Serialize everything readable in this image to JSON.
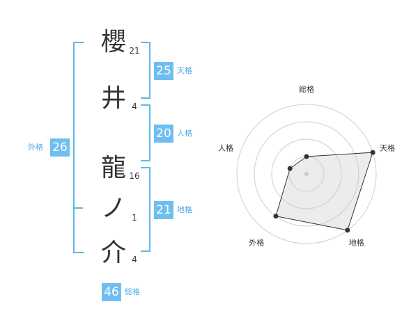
{
  "name_chars": [
    {
      "char": "櫻",
      "strokes": "21"
    },
    {
      "char": "井",
      "strokes": "4"
    },
    {
      "char": "龍",
      "strokes": "16"
    },
    {
      "char": "ノ",
      "strokes": "1"
    },
    {
      "char": "介",
      "strokes": "4"
    }
  ],
  "fortunes": {
    "tenkaku": {
      "value": "25",
      "label": "天格"
    },
    "jinkaku": {
      "value": "20",
      "label": "人格"
    },
    "chikaku": {
      "value": "21",
      "label": "地格"
    },
    "gaikaku": {
      "value": "26",
      "label": "外格"
    },
    "soukaku": {
      "value": "46",
      "label": "総格"
    }
  },
  "colors": {
    "accent": "#6fbef0",
    "bracket": "#5eb8ea",
    "text": "#333333"
  },
  "chart_data": {
    "type": "radar",
    "axes": [
      "総格",
      "天格",
      "地格",
      "外格",
      "人格"
    ],
    "scale_max": 4,
    "rings": 4,
    "values": [
      1.0,
      4.0,
      4.0,
      3.0,
      1.0
    ]
  }
}
